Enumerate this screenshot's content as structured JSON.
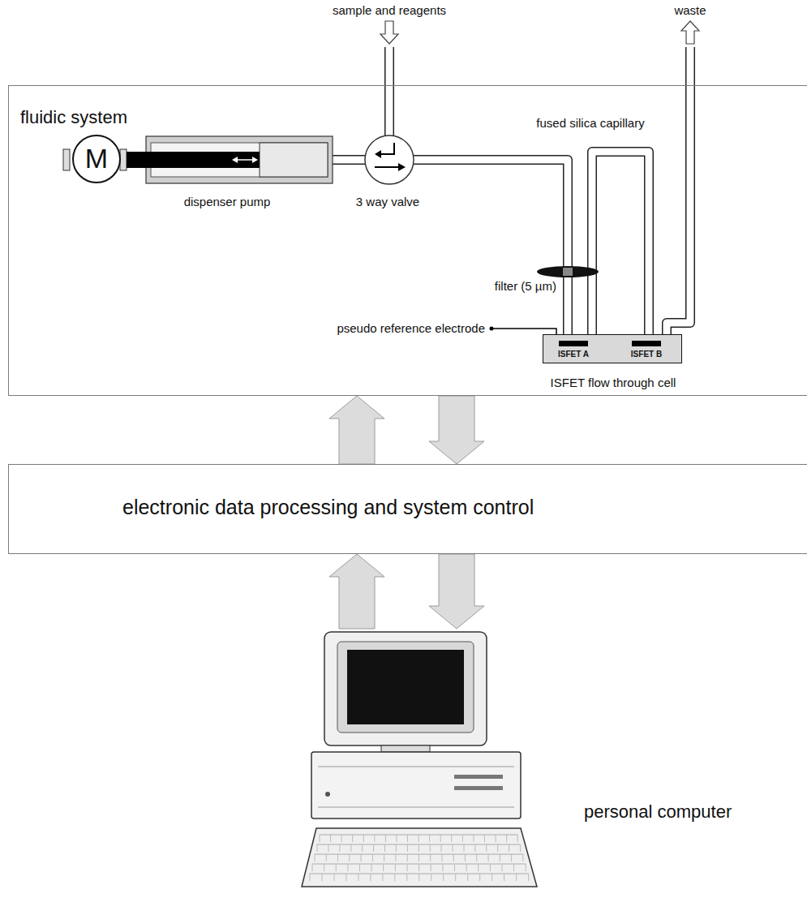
{
  "diagram": {
    "nodes": [
      {
        "text": [
          "fluidic system"
        ]
      },
      {
        "text": [
          "M"
        ],
        "in": 0
      },
      {
        "text": [
          "ISFET A",
          "ISFET B",
          "ISFET flow through cell"
        ],
        "in": 0
      },
      {
        "text": [
          "electronic data processing and system control"
        ]
      },
      {
        "text": [
          "personal computer"
        ]
      }
    ],
    "edges": [
      {
        "from": 3,
        "to": 0,
        "arrow": "to"
      },
      {
        "from": 0,
        "to": 3,
        "arrow": "to"
      },
      {
        "from": 4,
        "to": 3,
        "arrow": "to"
      },
      {
        "from": 3,
        "to": 4,
        "arrow": "to"
      }
    ],
    "labels": [
      "sample and reagents",
      "waste",
      "fused silica capillary",
      "dispenser pump",
      "3 way valve",
      "filter (5 µm)",
      "pseudo reference electrode"
    ]
  }
}
